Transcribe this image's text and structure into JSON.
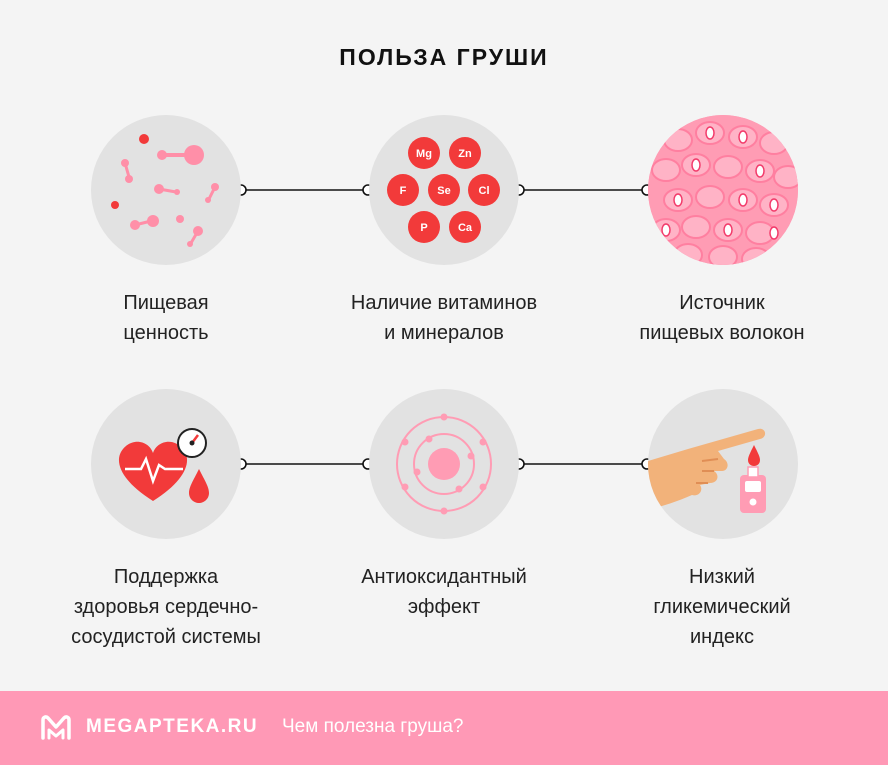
{
  "title": "ПОЛЬЗА ГРУШИ",
  "items": [
    {
      "lines": [
        "Пищевая",
        "ценность"
      ],
      "icon": "molecules-icon"
    },
    {
      "lines": [
        "Наличие витаминов",
        "и минералов"
      ],
      "icon": "minerals-icon",
      "elements": [
        "Mg",
        "Zn",
        "F",
        "Se",
        "Cl",
        "P",
        "Ca"
      ]
    },
    {
      "lines": [
        "Источник",
        "пищевых волокон"
      ],
      "icon": "fiber-cells-icon"
    },
    {
      "lines": [
        "Поддержка",
        "здоровья сердечно-",
        "сосудистой системы"
      ],
      "icon": "heart-icon"
    },
    {
      "lines": [
        "Антиоксидантный",
        "эффект"
      ],
      "icon": "atom-icon"
    },
    {
      "lines": [
        "Низкий",
        "гликемический",
        "индекс"
      ],
      "icon": "glucometer-icon"
    }
  ],
  "footer": {
    "brand": "MEGAPTEKA.RU",
    "caption": "Чем полезна груша?",
    "color": "#ff99b6"
  },
  "colors": {
    "red": "#f23a3a",
    "pink": "#ff8fa8",
    "circle": "#e2e2e2"
  }
}
